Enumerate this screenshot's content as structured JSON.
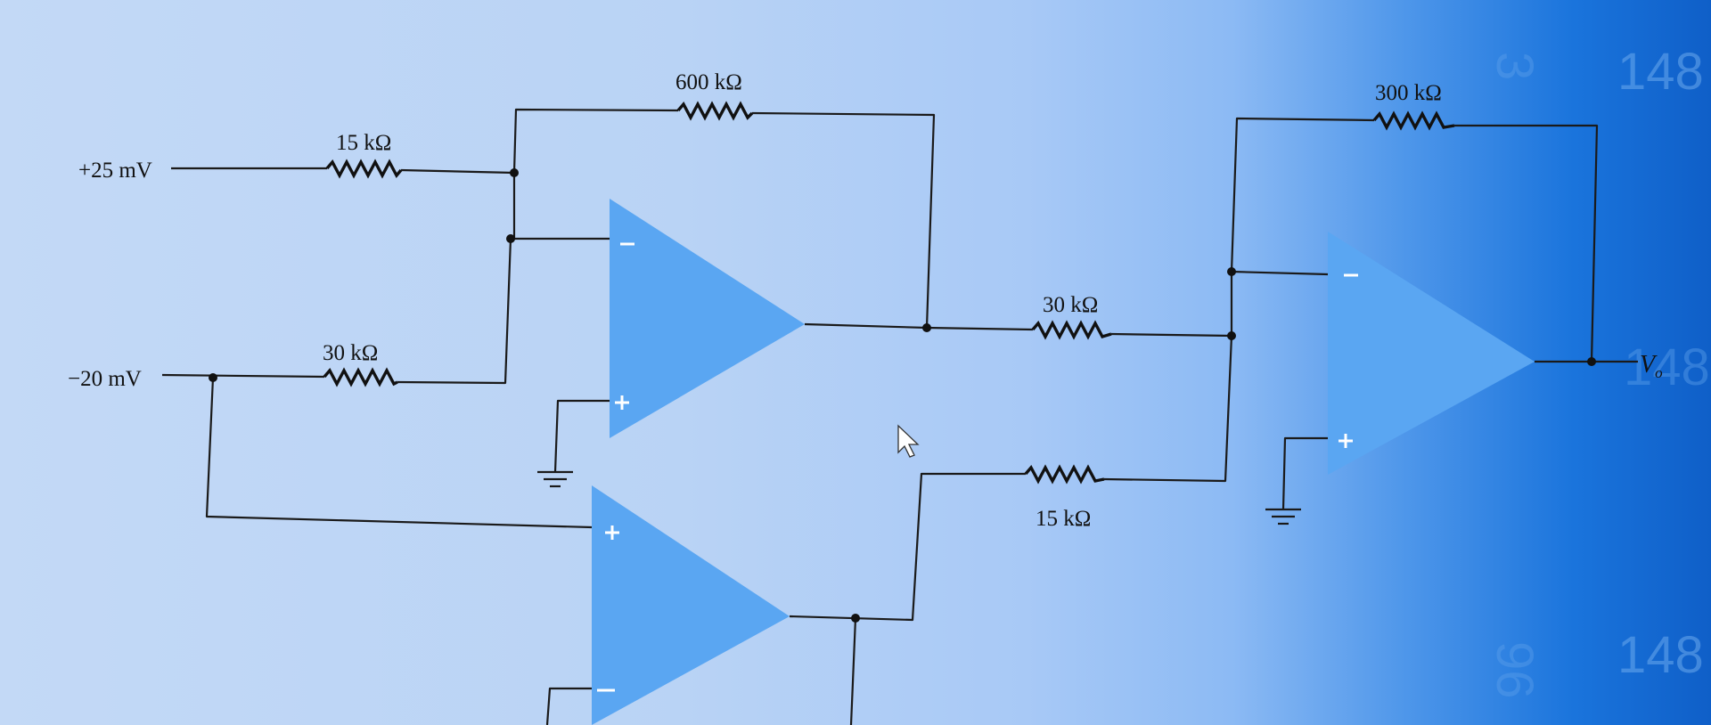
{
  "inputs": {
    "v1": "+25 mV",
    "v2": "−20 mV"
  },
  "resistors": {
    "r_in1": "15 kΩ",
    "r_f1": "600 kΩ",
    "r_in2": "30 kΩ",
    "r_mid": "30 kΩ",
    "r_low": "15 kΩ",
    "r_f3": "300 kΩ"
  },
  "output": {
    "label": "V",
    "subscript": "o"
  },
  "background_digits": {
    "top_right": "148",
    "mid_right": "148",
    "bottom_right": "148",
    "top_glyph": "3",
    "bottom_glyph": "96"
  },
  "colors": {
    "opamp_fill": "#5aa6f2",
    "wire": "#1a1a1a"
  }
}
